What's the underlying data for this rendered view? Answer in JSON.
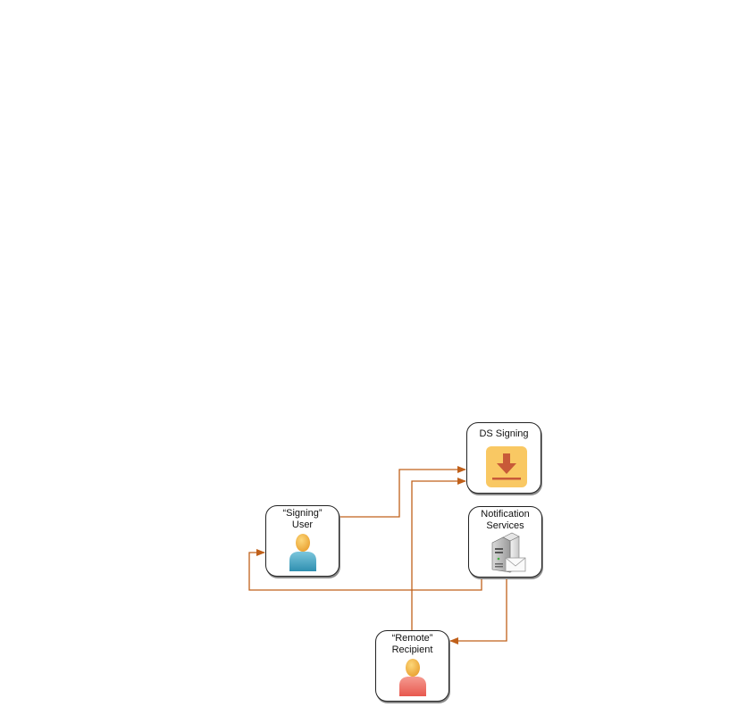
{
  "diagram": {
    "colors": {
      "connector": "#c0601a",
      "node_border": "#222222",
      "download_bg": "#f9c863",
      "download_arrow": "#c85a38",
      "user_signing": "#4aa8c8",
      "user_remote": "#e8706a",
      "head": "#f3b53a"
    },
    "nodes": [
      {
        "id": "ds-signing",
        "label": "DS Signing",
        "icon": "download-icon"
      },
      {
        "id": "signing-user",
        "label": "“Signing”\nUser",
        "icon": "user-icon"
      },
      {
        "id": "notification-services",
        "label": "Notification\nServices",
        "icon": "server-mail-icon"
      },
      {
        "id": "remote-recipient",
        "label": "“Remote”\nRecipient",
        "icon": "user-icon"
      }
    ],
    "edges": [
      {
        "from": "signing-user",
        "to": "ds-signing"
      },
      {
        "from": "remote-recipient",
        "to": "ds-signing"
      },
      {
        "from": "notification-services",
        "to": "signing-user"
      },
      {
        "from": "notification-services",
        "to": "remote-recipient"
      }
    ]
  }
}
